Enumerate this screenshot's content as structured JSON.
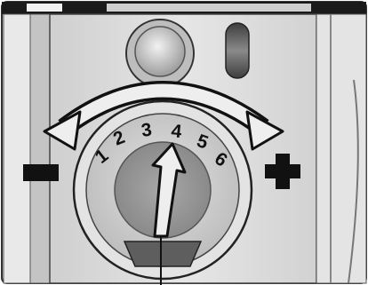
{
  "dial": {
    "numbers": [
      "1",
      "2",
      "3",
      "4",
      "5",
      "6"
    ],
    "minus_symbol": "−",
    "plus_symbol": "+"
  },
  "colors": {
    "background": "#ffffff",
    "panel_light": "#e8e8e8",
    "panel_mid": "#c9c9c9",
    "dial_face": "#d6d6d6",
    "dial_center": "#9a9a9a",
    "arrow_fill": "#eeeeee",
    "ink": "#111111",
    "indicator_slot": "#5e5e5e"
  },
  "icons": [
    "minus-icon",
    "plus-icon",
    "curved-double-arrow-icon",
    "pointer-arrow-icon"
  ]
}
